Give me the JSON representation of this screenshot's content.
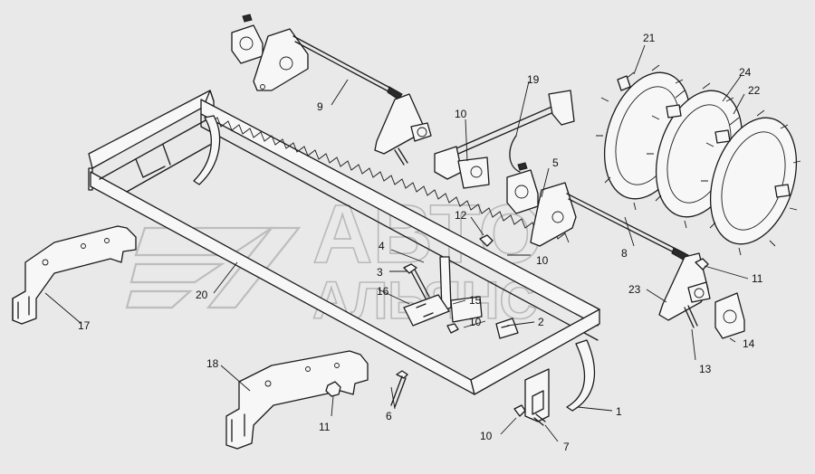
{
  "watermark": {
    "line1": "АВТО",
    "line2": "АЛЬЯНС"
  },
  "callouts": [
    {
      "id": "c1",
      "text": "1"
    },
    {
      "id": "c2",
      "text": "2"
    },
    {
      "id": "c3",
      "text": "3"
    },
    {
      "id": "c4",
      "text": "4"
    },
    {
      "id": "c5",
      "text": "5"
    },
    {
      "id": "c6",
      "text": "6"
    },
    {
      "id": "c7",
      "text": "7"
    },
    {
      "id": "c8",
      "text": "8"
    },
    {
      "id": "c9",
      "text": "9"
    },
    {
      "id": "c10a",
      "text": "10"
    },
    {
      "id": "c10b",
      "text": "10"
    },
    {
      "id": "c10c",
      "text": "10"
    },
    {
      "id": "c10d",
      "text": "10"
    },
    {
      "id": "c11a",
      "text": "11"
    },
    {
      "id": "c11b",
      "text": "11"
    },
    {
      "id": "c12",
      "text": "12"
    },
    {
      "id": "c13",
      "text": "13"
    },
    {
      "id": "c14",
      "text": "14"
    },
    {
      "id": "c15",
      "text": "15"
    },
    {
      "id": "c16",
      "text": "16"
    },
    {
      "id": "c17",
      "text": "17"
    },
    {
      "id": "c18",
      "text": "18"
    },
    {
      "id": "c19",
      "text": "19"
    },
    {
      "id": "c20",
      "text": "20"
    },
    {
      "id": "c21",
      "text": "21"
    },
    {
      "id": "c22",
      "text": "22"
    },
    {
      "id": "c23",
      "text": "23"
    },
    {
      "id": "c24",
      "text": "24"
    }
  ]
}
